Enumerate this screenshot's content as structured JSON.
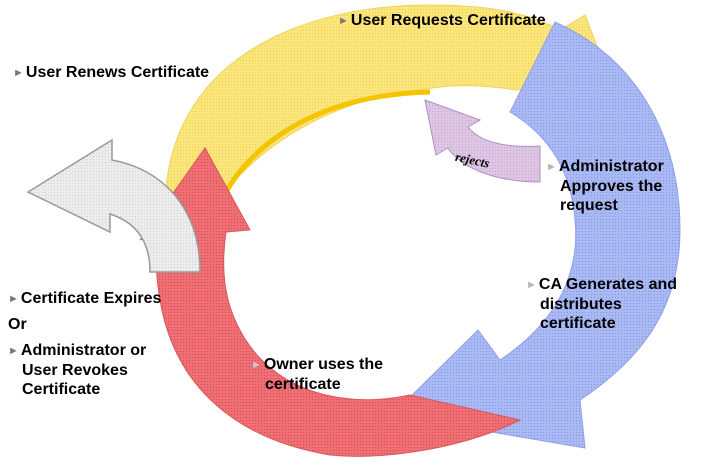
{
  "steps": {
    "user_requests": "User Requests Certificate",
    "user_renews": "User Renews Certificate",
    "admin_approves": [
      "Administrator",
      "Approves the",
      "request"
    ],
    "ca_generates": [
      "CA Generates and",
      "distributes",
      "certificate"
    ],
    "owner_uses": [
      "Owner uses the",
      "certificate"
    ],
    "expires": "Certificate Expires",
    "or": "Or",
    "revokes": [
      "Administrator or",
      "User Revokes",
      "Certificate"
    ]
  },
  "rejects_label": "rejects",
  "bullet_icon": "triangle-right-icon",
  "colors": {
    "yellow_arc": "#fbe57e",
    "blue_arc": "#a9b9f3",
    "red_arc": "#ee6f74",
    "reject_arrow": "#ddc5e4",
    "expire_arrow": "#e5e5e5"
  }
}
